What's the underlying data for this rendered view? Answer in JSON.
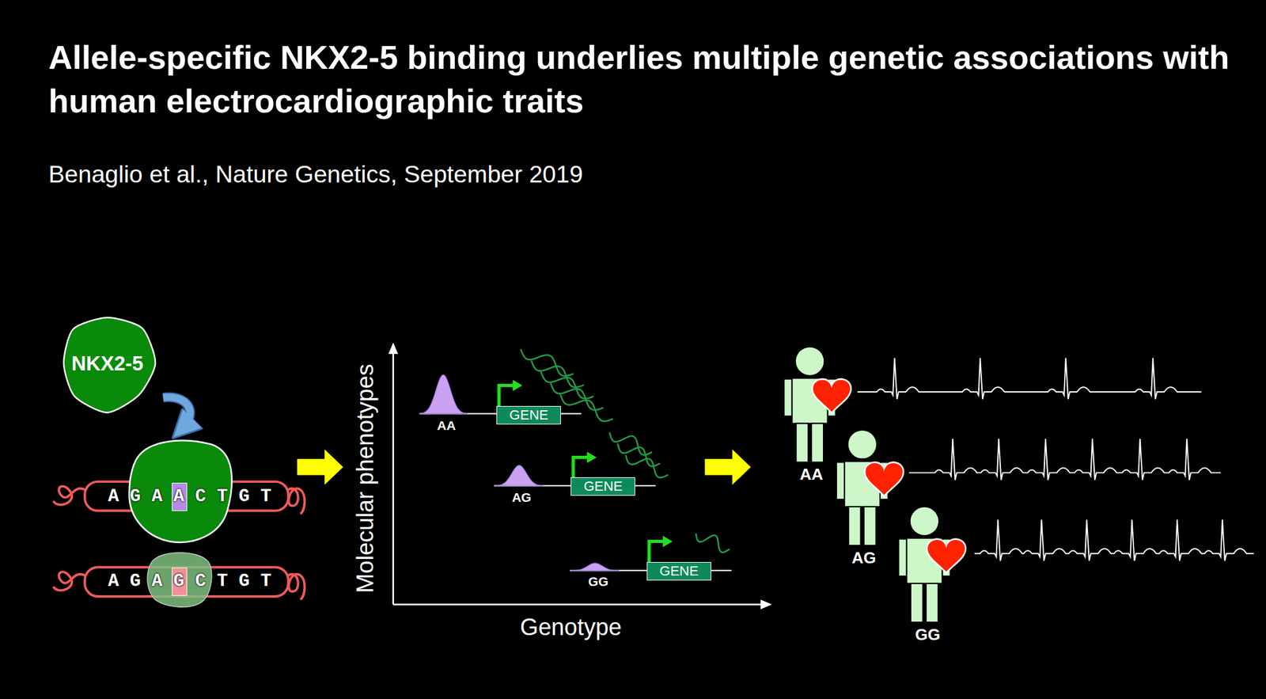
{
  "diagram": {
    "title": "Allele-specific NKX2-5 binding underlies multiple genetic associations with human electrocardiographic traits",
    "nodes": [
      {
        "text": [
          "NKX2-5"
        ]
      },
      {
        "text": [
          "GENE"
        ]
      },
      {
        "text": [
          "GENE"
        ]
      },
      {
        "text": [
          "GENE"
        ]
      }
    ],
    "labels": [
      "Benaglio et al., Nature Genetics, September 2019",
      "A G A A C T G T",
      "A G A G C T G T",
      "Molecular phenotypes",
      "Genotype",
      "AA",
      "AG",
      "GG",
      "AA",
      "AG",
      "GG"
    ]
  }
}
